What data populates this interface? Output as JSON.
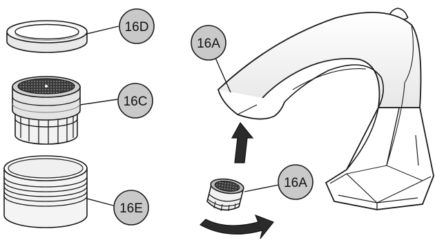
{
  "callouts": {
    "ring": "16D",
    "aerator_insert": "16C",
    "aerator_housing": "16E",
    "spout_tip": "16A",
    "aerator_assembly": "16A"
  },
  "colors": {
    "callout_fill": "#c9c9c9",
    "outline": "#1a1a1a",
    "shade": "#bdbdbd",
    "dark": "#2b2b2b"
  }
}
